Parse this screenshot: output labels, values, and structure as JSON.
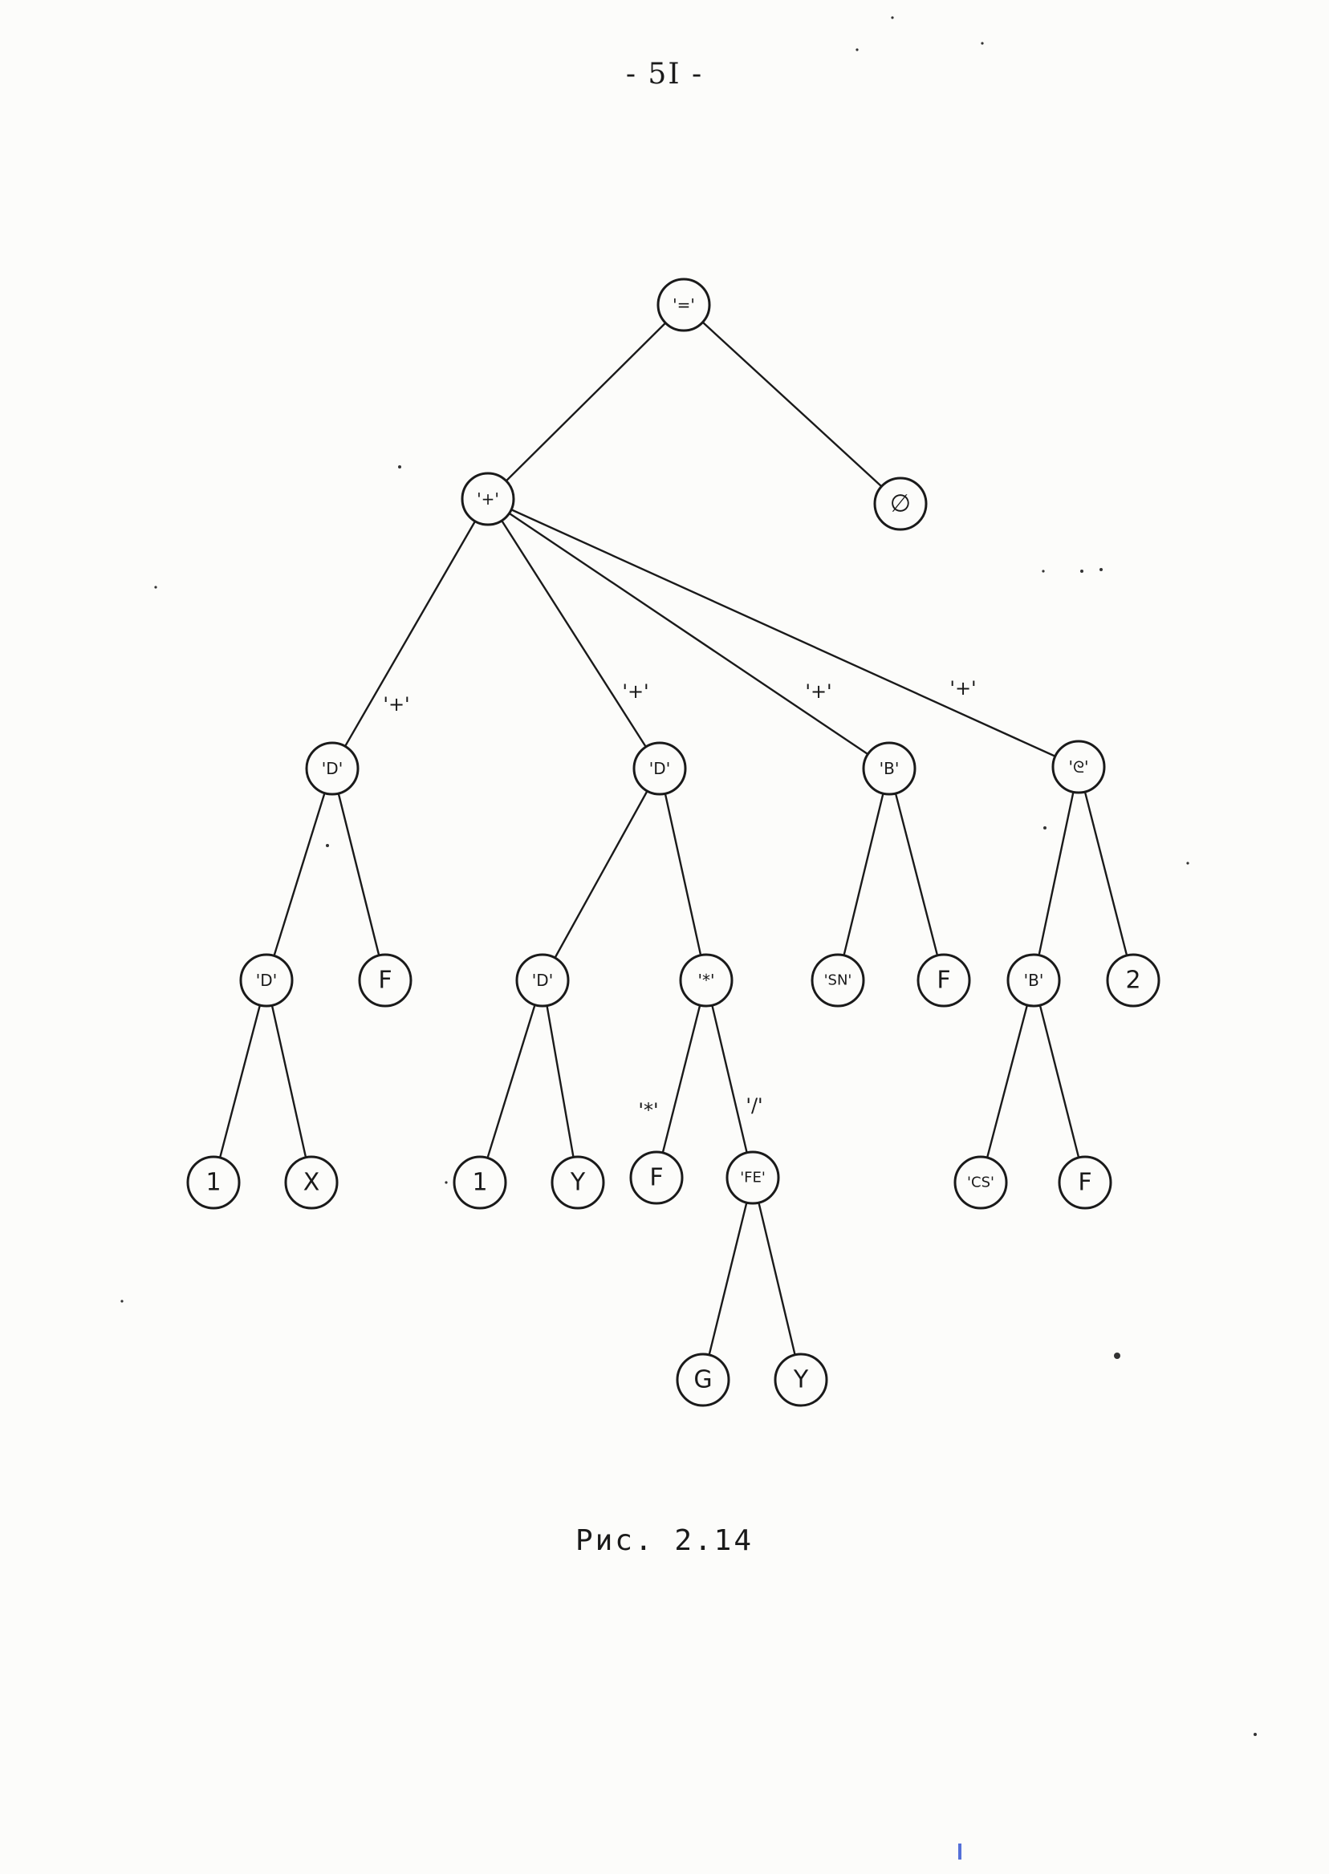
{
  "page_number": "- 5I -",
  "caption": "Рис. 2.14",
  "diagram": {
    "nodes": [
      {
        "id": "root",
        "label": "'='"
      },
      {
        "id": "plus1",
        "label": "'+'"
      },
      {
        "id": "empty",
        "label": "∅"
      },
      {
        "id": "d1",
        "label": "'D'"
      },
      {
        "id": "d2",
        "label": "'D'"
      },
      {
        "id": "b1",
        "label": "'B'"
      },
      {
        "id": "a1",
        "label": "'ᘓ'"
      },
      {
        "id": "d3",
        "label": "'D'"
      },
      {
        "id": "f1",
        "label": "F"
      },
      {
        "id": "d4",
        "label": "'D'"
      },
      {
        "id": "mul1",
        "label": "'*'"
      },
      {
        "id": "sn",
        "label": "'SN'"
      },
      {
        "id": "f2",
        "label": "F"
      },
      {
        "id": "b2",
        "label": "'B'"
      },
      {
        "id": "two",
        "label": "2"
      },
      {
        "id": "one1",
        "label": "1"
      },
      {
        "id": "x1",
        "label": "X"
      },
      {
        "id": "one2",
        "label": "1"
      },
      {
        "id": "y1",
        "label": "Y"
      },
      {
        "id": "f3",
        "label": "F"
      },
      {
        "id": "fe",
        "label": "'FE'"
      },
      {
        "id": "cs",
        "label": "'CS'"
      },
      {
        "id": "f4",
        "label": "F"
      },
      {
        "id": "g",
        "label": "G"
      },
      {
        "id": "y2",
        "label": "Y"
      }
    ],
    "edges": [
      {
        "from": "root",
        "to": "plus1",
        "label": ""
      },
      {
        "from": "root",
        "to": "empty",
        "label": ""
      },
      {
        "from": "plus1",
        "to": "d1",
        "label": "'+'"
      },
      {
        "from": "plus1",
        "to": "d2",
        "label": "'+'"
      },
      {
        "from": "plus1",
        "to": "b1",
        "label": "'+'"
      },
      {
        "from": "plus1",
        "to": "a1",
        "label": "'+'"
      },
      {
        "from": "d1",
        "to": "d3",
        "label": ""
      },
      {
        "from": "d1",
        "to": "f1",
        "label": ""
      },
      {
        "from": "d2",
        "to": "d4",
        "label": ""
      },
      {
        "from": "d2",
        "to": "mul1",
        "label": ""
      },
      {
        "from": "b1",
        "to": "sn",
        "label": ""
      },
      {
        "from": "b1",
        "to": "f2",
        "label": ""
      },
      {
        "from": "a1",
        "to": "b2",
        "label": ""
      },
      {
        "from": "a1",
        "to": "two",
        "label": ""
      },
      {
        "from": "d3",
        "to": "one1",
        "label": ""
      },
      {
        "from": "d3",
        "to": "x1",
        "label": ""
      },
      {
        "from": "d4",
        "to": "one2",
        "label": ""
      },
      {
        "from": "d4",
        "to": "y1",
        "label": ""
      },
      {
        "from": "mul1",
        "to": "f3",
        "label": "'*'"
      },
      {
        "from": "mul1",
        "to": "fe",
        "label": "'/'"
      },
      {
        "from": "b2",
        "to": "cs",
        "label": ""
      },
      {
        "from": "b2",
        "to": "f4",
        "label": ""
      },
      {
        "from": "fe",
        "to": "g",
        "label": ""
      },
      {
        "from": "fe",
        "to": "y2",
        "label": ""
      }
    ]
  }
}
